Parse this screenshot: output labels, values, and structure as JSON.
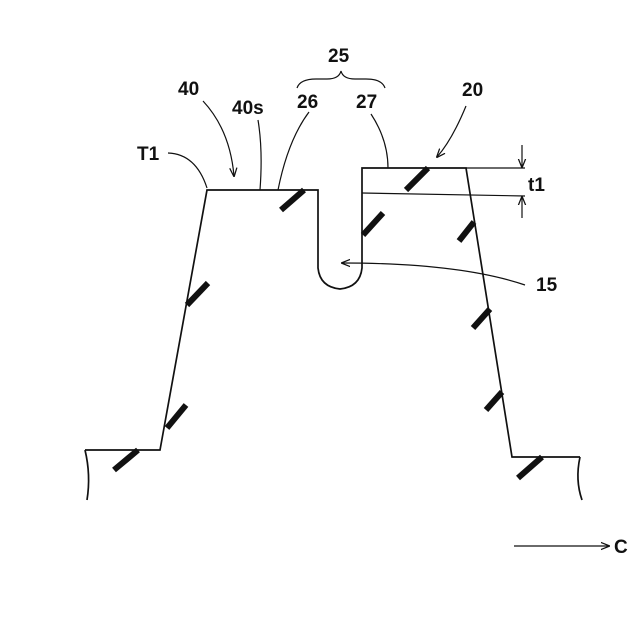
{
  "labels": {
    "group": "25",
    "left_sub": "26",
    "right_sub": "27",
    "block": "40",
    "block_surface": "40s",
    "step_top": "20",
    "corner": "T1",
    "thickness": "t1",
    "groove": "15",
    "direction": "C"
  },
  "colors": {
    "ink": "#111111",
    "background": "#ffffff"
  }
}
